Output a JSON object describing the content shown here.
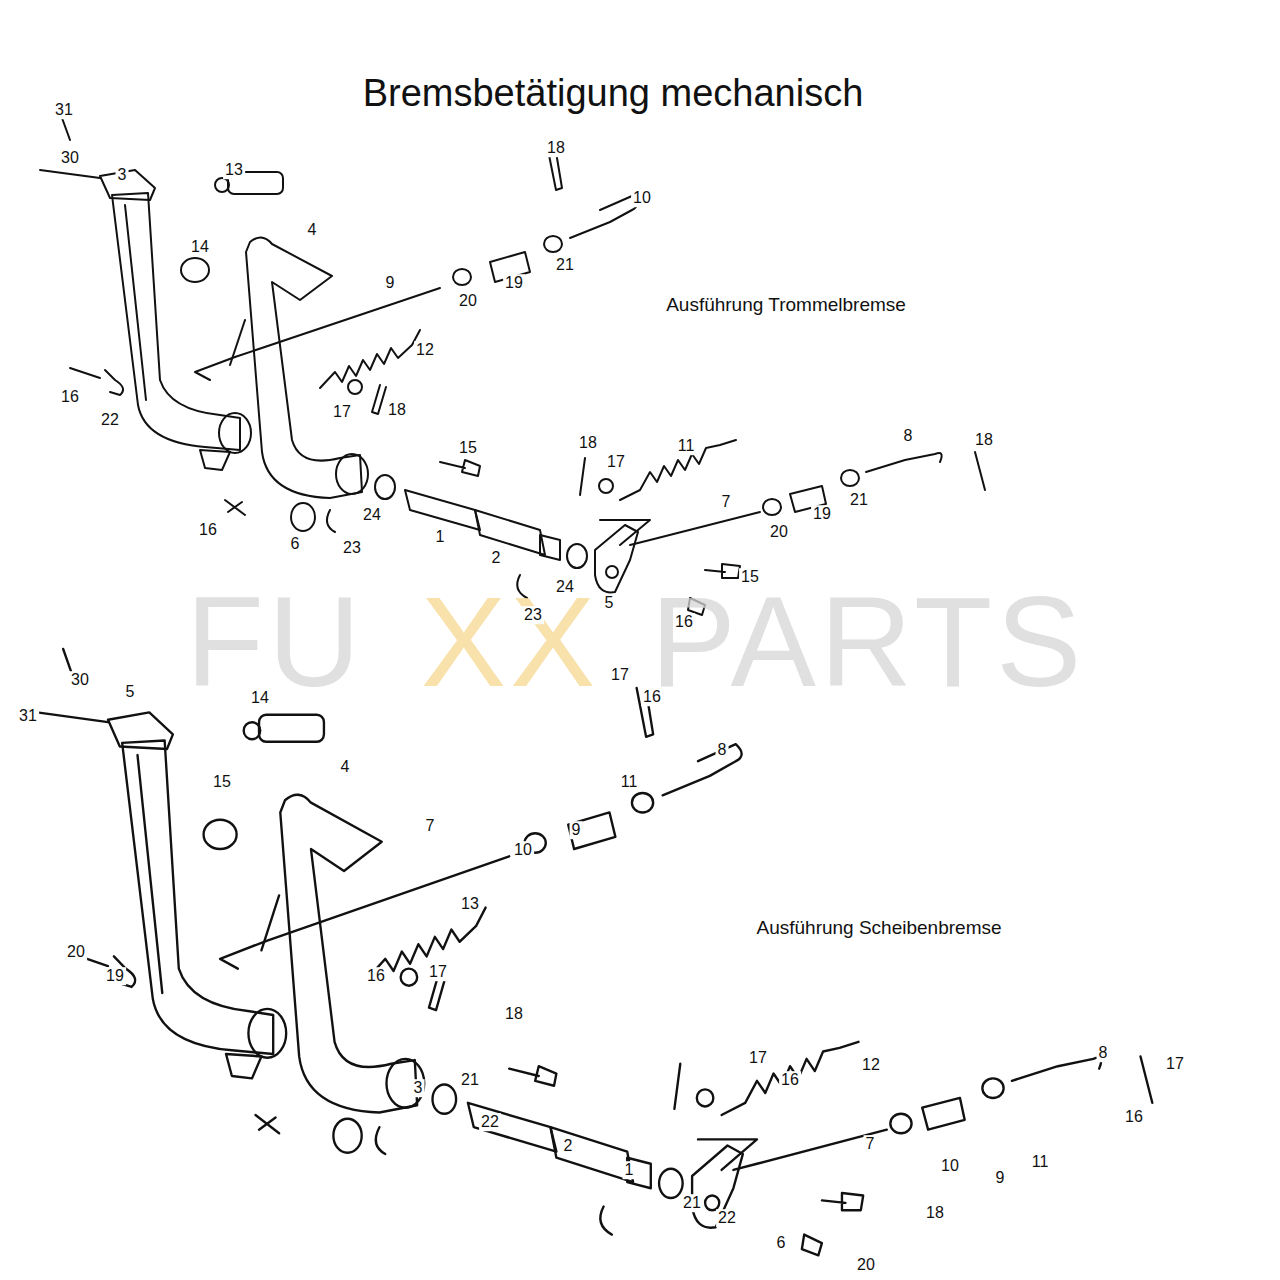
{
  "diagram": {
    "title": "Bremsbetätigung mechanisch",
    "labels": [
      "Ausführung Trommelbremse",
      "Ausführung Scheibenbremse",
      "FU",
      "XX",
      "PARTS",
      "31",
      "30",
      "3",
      "13",
      "14",
      "4",
      "18",
      "10",
      "9",
      "20",
      "19",
      "21",
      "12",
      "16",
      "22",
      "17",
      "18",
      "15",
      "18",
      "17",
      "11",
      "8",
      "18",
      "16",
      "6",
      "23",
      "24",
      "1",
      "7",
      "20",
      "19",
      "21",
      "2",
      "24",
      "23",
      "5",
      "15",
      "16",
      "30",
      "5",
      "31",
      "14",
      "15",
      "4",
      "17",
      "16",
      "8",
      "7",
      "10",
      "9",
      "11",
      "13",
      "20",
      "19",
      "16",
      "17",
      "18",
      "3",
      "21",
      "22",
      "2",
      "1",
      "21",
      "22",
      "17",
      "16",
      "12",
      "8",
      "17",
      "16",
      "7",
      "10",
      "9",
      "11",
      "18",
      "6",
      "20"
    ]
  }
}
